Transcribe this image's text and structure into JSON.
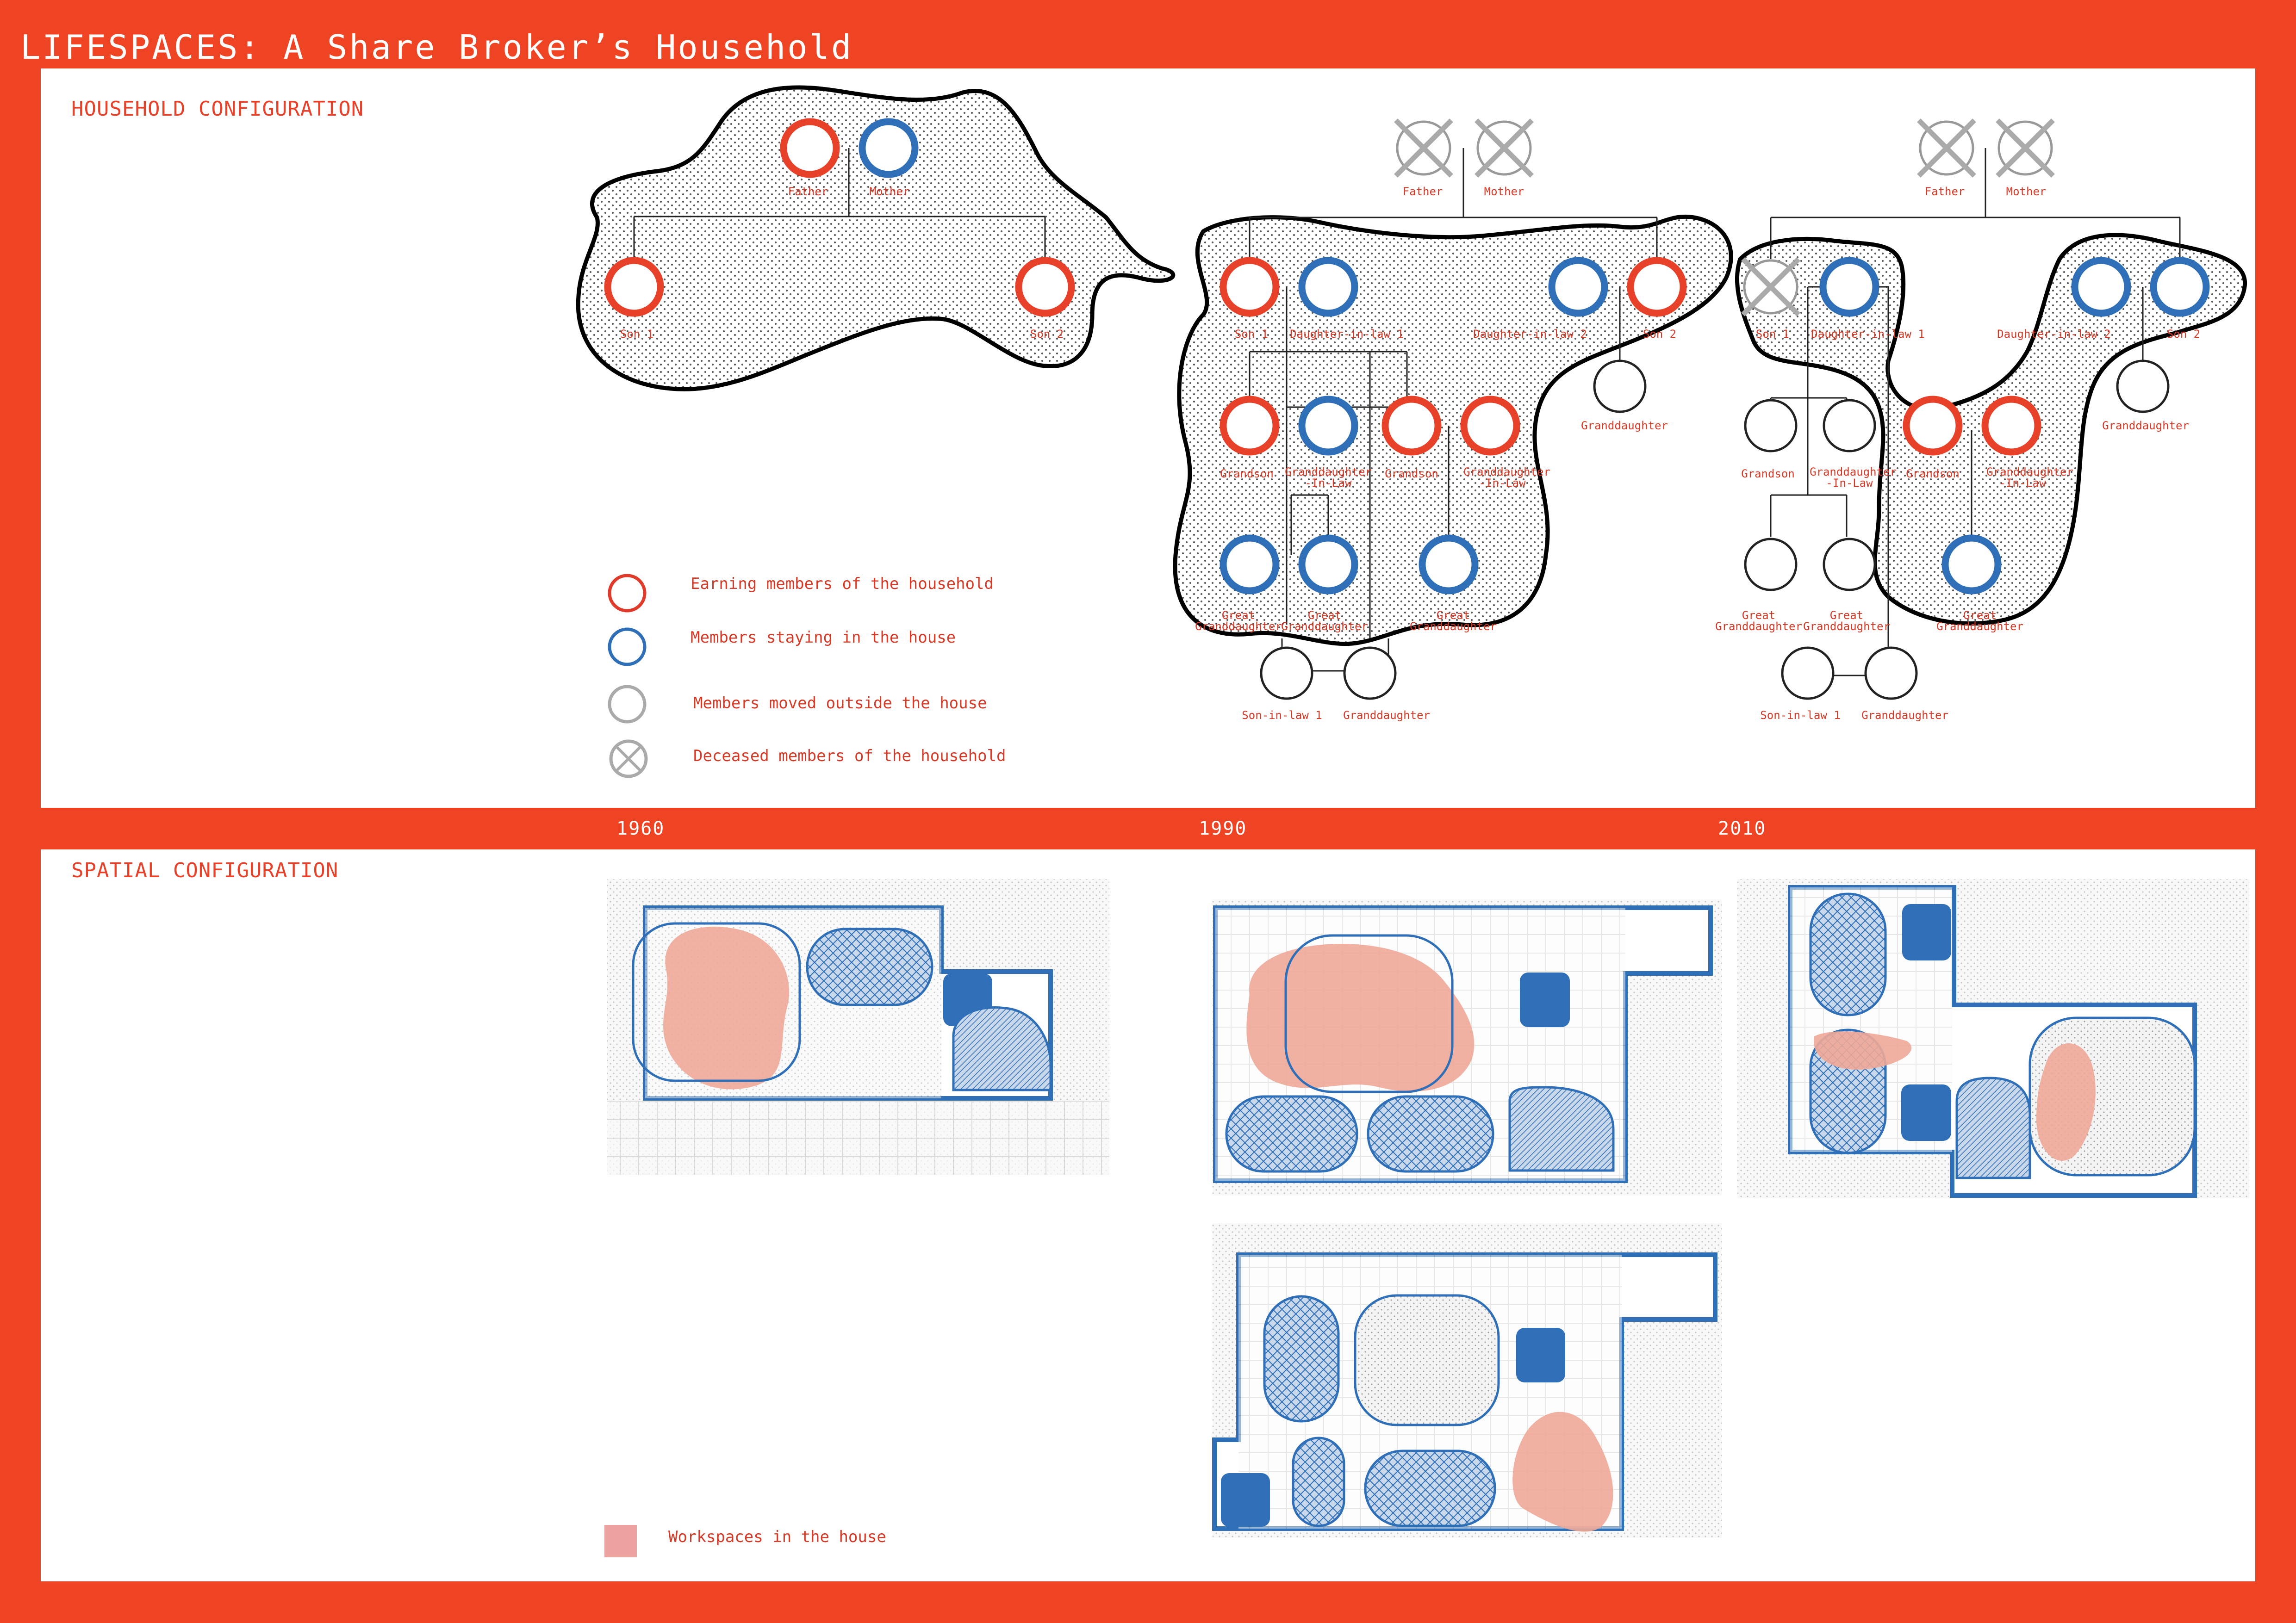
{
  "title": "LIFESPACES: A Share Broker’s Household",
  "sections": {
    "household": "HOUSEHOLD CONFIGURATION",
    "spatial": "SPATIAL CONFIGURATION"
  },
  "years": [
    "1960",
    "1990",
    "2010"
  ],
  "legend": {
    "earning": "Earning members of the household",
    "staying": "Members staying in the house",
    "moved": "Members moved outside the house",
    "deceased": "Deceased members of the household",
    "workspaces": "Workspaces in the house"
  },
  "labels": {
    "father": "Father",
    "mother": "Mother",
    "son1": "Son 1",
    "son2": "Son 2",
    "dil1": "Daughter-in-law 1",
    "dil2": "Daughter-in-law 2",
    "dil2b": "Daughter-in-law 2",
    "granddaughter": "Granddaughter",
    "grandson": "Grandson",
    "gdil": "Granddaughter-In-Law",
    "gdil_a": "Granddaughter",
    "gdil_b": "-In-Law",
    "great": "Great",
    "great_gd": "Granddaughter",
    "soninlaw": "Son-in-law 1"
  },
  "colors": {
    "accent": "#ef4423",
    "earning": "#e8412a",
    "staying": "#2f6fb8",
    "moved": "#aaaaaa",
    "workspace": "#f0a898"
  }
}
